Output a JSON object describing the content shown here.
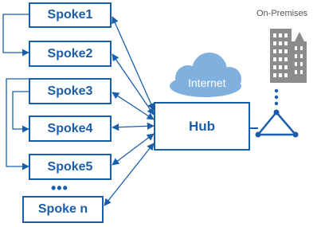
{
  "spokes": [
    {
      "label": "Spoke1"
    },
    {
      "label": "Spoke2"
    },
    {
      "label": "Spoke3"
    },
    {
      "label": "Spoke4"
    },
    {
      "label": "Spoke5"
    },
    {
      "label": "Spoke n"
    }
  ],
  "ellipsis": "•••",
  "hub": {
    "label": "Hub"
  },
  "cloud": {
    "label": "Internet"
  },
  "onprem": {
    "label": "On-Premises"
  },
  "colors": {
    "line": "#1a5eab",
    "cloud": "#7fb0de",
    "building": "#8c8c8c",
    "label": "#555555"
  },
  "icons": [
    "cloud-icon",
    "buildings-icon",
    "vpn-gateway-icon",
    "arrow-icon"
  ]
}
